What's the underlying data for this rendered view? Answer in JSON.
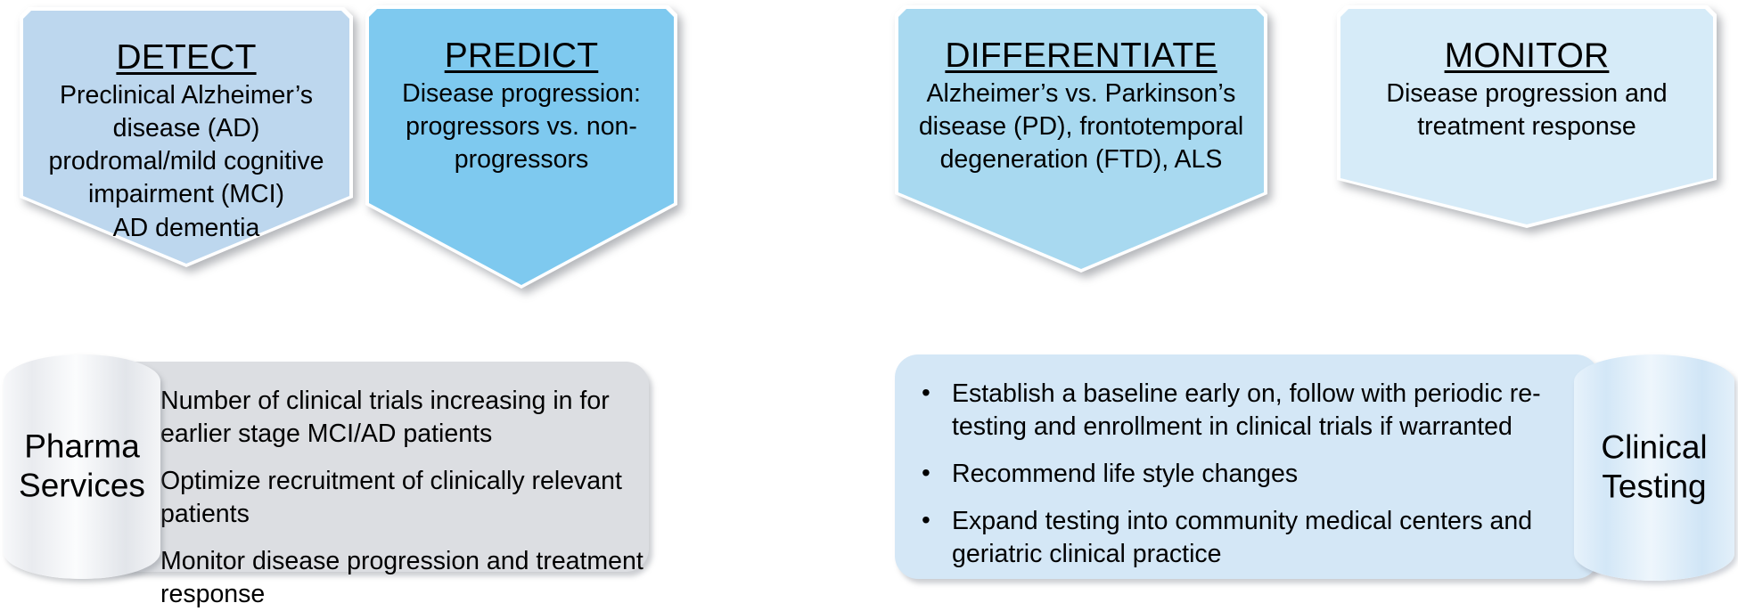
{
  "colors": {
    "banner_detect": "#bdd7ee",
    "banner_predict": "#7ec9ef",
    "banner_differentiate": "#a8d9f0",
    "banner_monitor": "#d6ebf8",
    "pharma_box": "#dcdee2",
    "pharma_cylinder": "#eceef1",
    "clinical_box": "#d4e7f6",
    "clinical_cylinder": "#dcebf8",
    "text": "#000000"
  },
  "banners": [
    {
      "id": "detect",
      "title": "DETECT",
      "body": "Preclinical Alzheimer’s disease (AD) prodromal/mild cognitive impairment (MCI) AD dementia",
      "lines": [
        "Preclinical Alzheimer’s",
        "disease (AD)",
        "prodromal/mild cognitive",
        "impairment (MCI)",
        "AD dementia"
      ]
    },
    {
      "id": "predict",
      "title": "PREDICT",
      "body": "Disease progression: progressors vs. non-progressors",
      "lines": [
        "Disease progression:",
        "progressors vs. non-",
        "progressors"
      ]
    },
    {
      "id": "differentiate",
      "title": "DIFFERENTIATE",
      "body": "Alzheimer’s vs. Parkinson’s disease (PD), frontotemporal degeneration (FTD), ALS",
      "lines": [
        "Alzheimer’s vs. Parkinson’s",
        "disease (PD), frontotemporal",
        "degeneration (FTD), ALS"
      ]
    },
    {
      "id": "monitor",
      "title": "MONITOR",
      "body": "Disease progression and treatment response",
      "lines": [
        "Disease progression and",
        "treatment response"
      ]
    }
  ],
  "pharma": {
    "label_line1": "Pharma",
    "label_line2": "Services",
    "bullet_glyph": "•",
    "bullets": [
      "Number of clinical trials increasing in for earlier stage MCI/AD patients",
      "Optimize recruitment of clinically relevant patients",
      "Monitor disease progression and treatment response"
    ]
  },
  "clinical": {
    "label_line1": "Clinical",
    "label_line2": "Testing",
    "bullet_glyph": "•",
    "bullets": [
      "Establish a baseline early on, follow with periodic re-testing and enrollment in clinical trials if warranted",
      "Recommend life style changes",
      "Expand testing into community medical centers and geriatric clinical practice"
    ]
  }
}
